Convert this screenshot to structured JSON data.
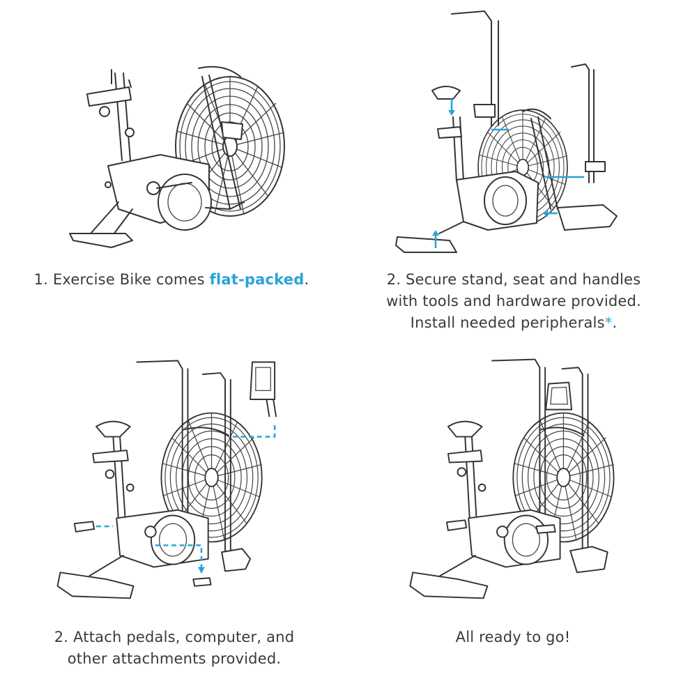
{
  "step1": {
    "caption_before": "1. Exercise Bike comes ",
    "caption_highlight": "flat-packed",
    "caption_after": "."
  },
  "step2": {
    "line1": "2. Secure stand, seat and handles",
    "line2": "with tools and hardware provided.",
    "line3": "Install needed peripherals",
    "asterisk": "*",
    "line3_end": "."
  },
  "step3": {
    "line1": "2. Attach pedals, computer, and",
    "line2": "other attachments provided."
  },
  "step4": {
    "caption": "All ready to go!"
  },
  "colors": {
    "accent": "#2aa3d8",
    "text": "#3a3a3a",
    "line_art": "#333333"
  }
}
